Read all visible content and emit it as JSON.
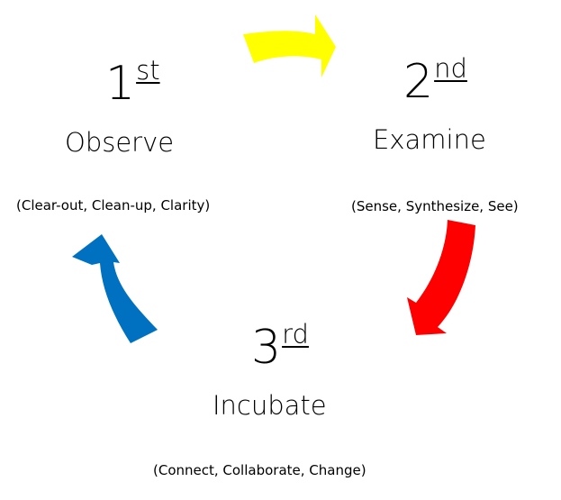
{
  "steps": [
    {
      "num": "1",
      "suffix": "st",
      "title": "Observe",
      "subtitle": "(Clear-out, Clean-up, Clarity)"
    },
    {
      "num": "2",
      "suffix": "nd",
      "title": "Examine",
      "subtitle": "(Sense, Synthesize, See)"
    },
    {
      "num": "3",
      "suffix": "rd",
      "title": "Incubate",
      "subtitle": "(Connect, Collaborate, Change)"
    }
  ],
  "colors": {
    "arrow_1_to_2": "#ffff00",
    "arrow_2_to_3": "#ff0000",
    "arrow_3_to_1": "#0070c0",
    "text": "#000000",
    "background": "#ffffff"
  },
  "icons": {
    "arrow_1_to_2": "curved-arrow-right-icon",
    "arrow_2_to_3": "curved-arrow-down-left-icon",
    "arrow_3_to_1": "curved-arrow-up-icon"
  }
}
